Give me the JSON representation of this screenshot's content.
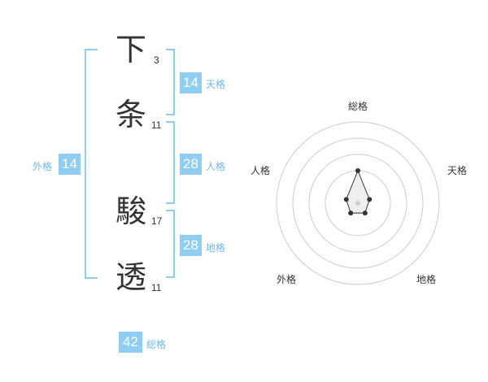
{
  "name": {
    "chars": [
      {
        "char": "下",
        "strokes": "3"
      },
      {
        "char": "条",
        "strokes": "11"
      },
      {
        "char": "駿",
        "strokes": "17"
      },
      {
        "char": "透",
        "strokes": "11"
      }
    ]
  },
  "fortunes": {
    "tenkaku": {
      "value": "14",
      "label": "天格"
    },
    "jinkaku": {
      "value": "28",
      "label": "人格"
    },
    "chikaku": {
      "value": "28",
      "label": "地格"
    },
    "gaikaku": {
      "value": "14",
      "label": "外格"
    },
    "soukaku": {
      "value": "42",
      "label": "総格"
    }
  },
  "radar": {
    "labels": {
      "top": "総格",
      "right_top": "天格",
      "right_bottom": "地格",
      "left_bottom": "外格",
      "left_top": "人格"
    },
    "axes": [
      "総格",
      "天格",
      "地格",
      "外格",
      "人格"
    ],
    "levels": [
      0.4,
      0.15,
      0.15,
      0.15,
      0.15
    ],
    "max": 1,
    "colors": {
      "grid": "#cccccc",
      "fill": "#eeeeee",
      "line": "#333333",
      "point": "#333333"
    }
  }
}
